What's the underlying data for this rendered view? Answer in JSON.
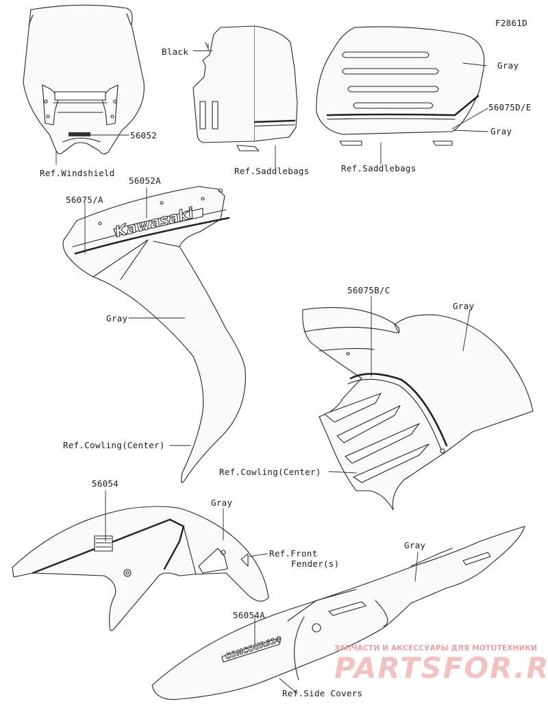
{
  "figure_code": "F2861D",
  "labels": {
    "windshield_part": "56052",
    "windshield_ref": "Ref.Windshield",
    "saddlebag_left_color": "Black",
    "saddlebag_left_ref": "Ref.Saddlebags",
    "saddlebag_right_top_color": "Gray",
    "saddlebag_right_part": "56075D/E",
    "saddlebag_right_bottom_color": "Gray",
    "saddlebag_right_ref": "Ref.Saddlebags",
    "cowl_left_part_a": "56075/A",
    "cowl_left_part_b": "56052A",
    "cowl_left_brand": "Kawasaki",
    "cowl_left_color": "Gray",
    "cowl_left_ref": "Ref.Cowling(Center)",
    "cowl_right_part": "56075B/C",
    "cowl_right_color": "Gray",
    "cowl_right_ref": "Ref.Cowling(Center)",
    "fender_part": "56054",
    "fender_color": "Gray",
    "fender_ref_line1": "Ref.Front",
    "fender_ref_line2": "Fender(s)",
    "side_color": "Gray",
    "side_part": "56054A",
    "side_ref": "Ref.Side Covers",
    "side_badge": "CONCOURS14"
  },
  "watermark": {
    "tagline": "ЗАПЧАСТИ И АКСЕССУАРЫ ДЛЯ МОТОТЕХНИКИ",
    "brand": "PARTSFOR.RU"
  }
}
